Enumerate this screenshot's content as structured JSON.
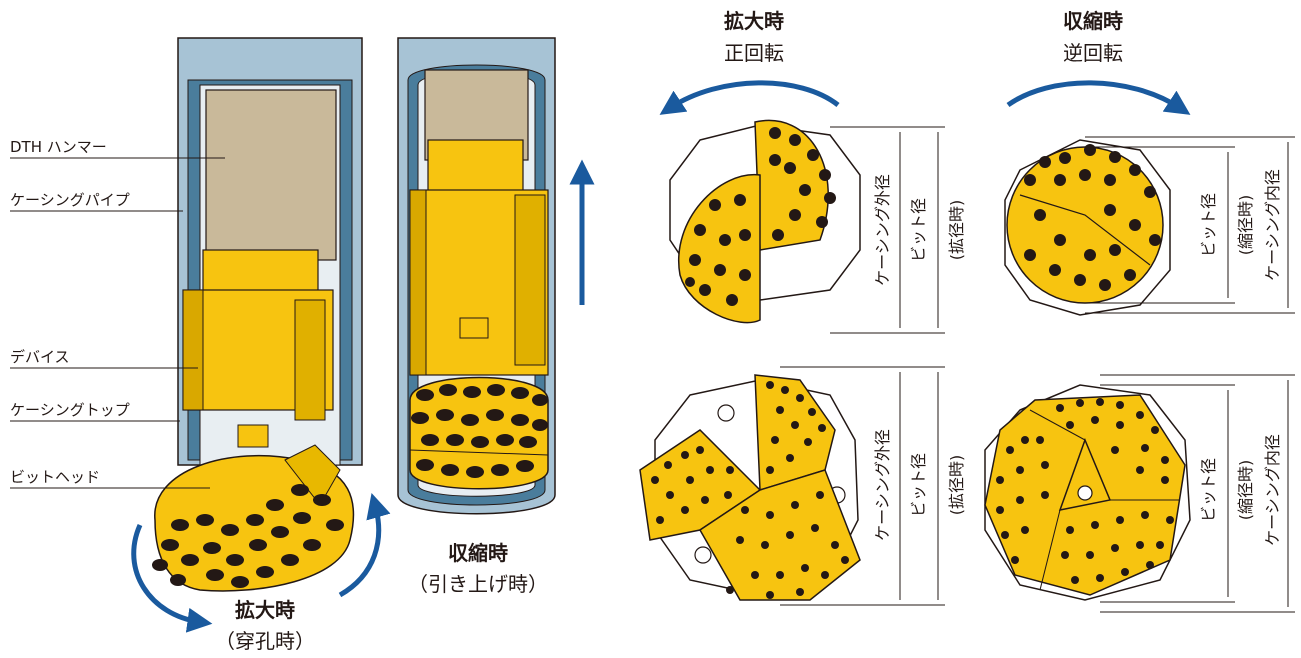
{
  "labels": {
    "dth_hammer": "DTH ハンマー",
    "casing_pipe": "ケーシングパイプ",
    "device": "デバイス",
    "casing_top": "ケーシングトップ",
    "bit_head": "ビットヘッド"
  },
  "captions": {
    "expand_drill_title": "拡大時",
    "expand_drill_sub": "（穿孔時）",
    "retract_lift_title": "収縮時",
    "retract_lift_sub": "（引き上げ時）",
    "expand_title": "拡大時",
    "expand_sub": "正回転",
    "retract_title": "収縮時",
    "retract_sub": "逆回転"
  },
  "dimensions": {
    "casing_outer": "ケーシング外径",
    "bit_diameter": "ビット径",
    "expanded": "(拡径時)",
    "reduced": "(縮径時)",
    "casing_inner": "ケーシング内径"
  },
  "colors": {
    "casing": "#a7c3d5",
    "casing_dark": "#4a7d9c",
    "hammer": "#c9b99a",
    "bit": "#f7c410",
    "bit_dark": "#a17d00",
    "button": "#231815",
    "arrow": "#1a5a9e"
  }
}
